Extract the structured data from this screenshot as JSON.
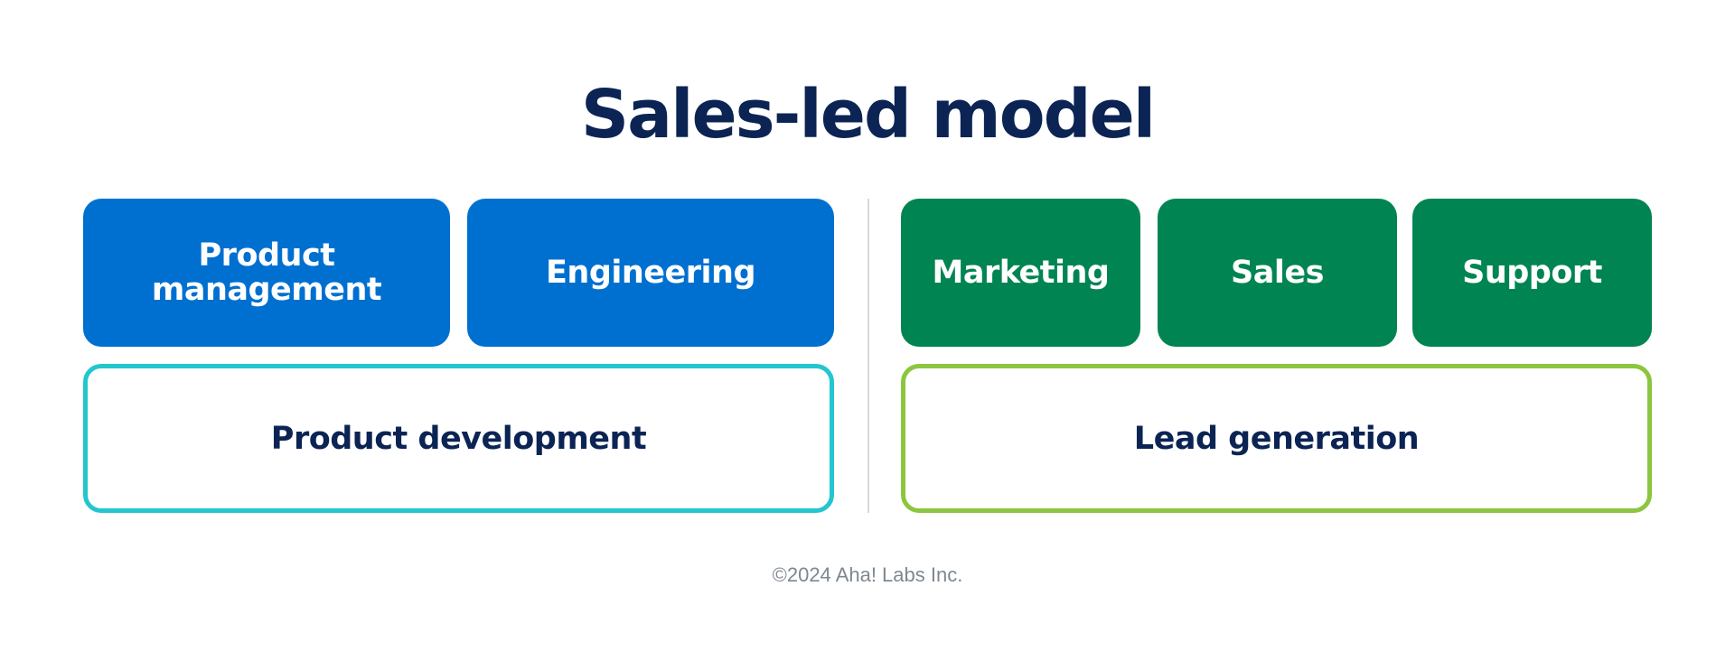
{
  "title": "Sales-led model",
  "left": {
    "tiles": [
      {
        "label_line1": "Product",
        "label_line2": "management"
      },
      {
        "label": "Engineering"
      }
    ],
    "group_label": "Product development"
  },
  "right": {
    "tiles": [
      {
        "label": "Marketing"
      },
      {
        "label": "Sales"
      },
      {
        "label": "Support"
      }
    ],
    "group_label": "Lead generation"
  },
  "footer": "©2024 Aha! Labs Inc.",
  "colors": {
    "title": "#0b2454",
    "product_tiles": "#0070d0",
    "go_to_market_tiles": "#008552",
    "product_group_border": "#22c6cf",
    "lead_group_border": "#8cc63f"
  }
}
